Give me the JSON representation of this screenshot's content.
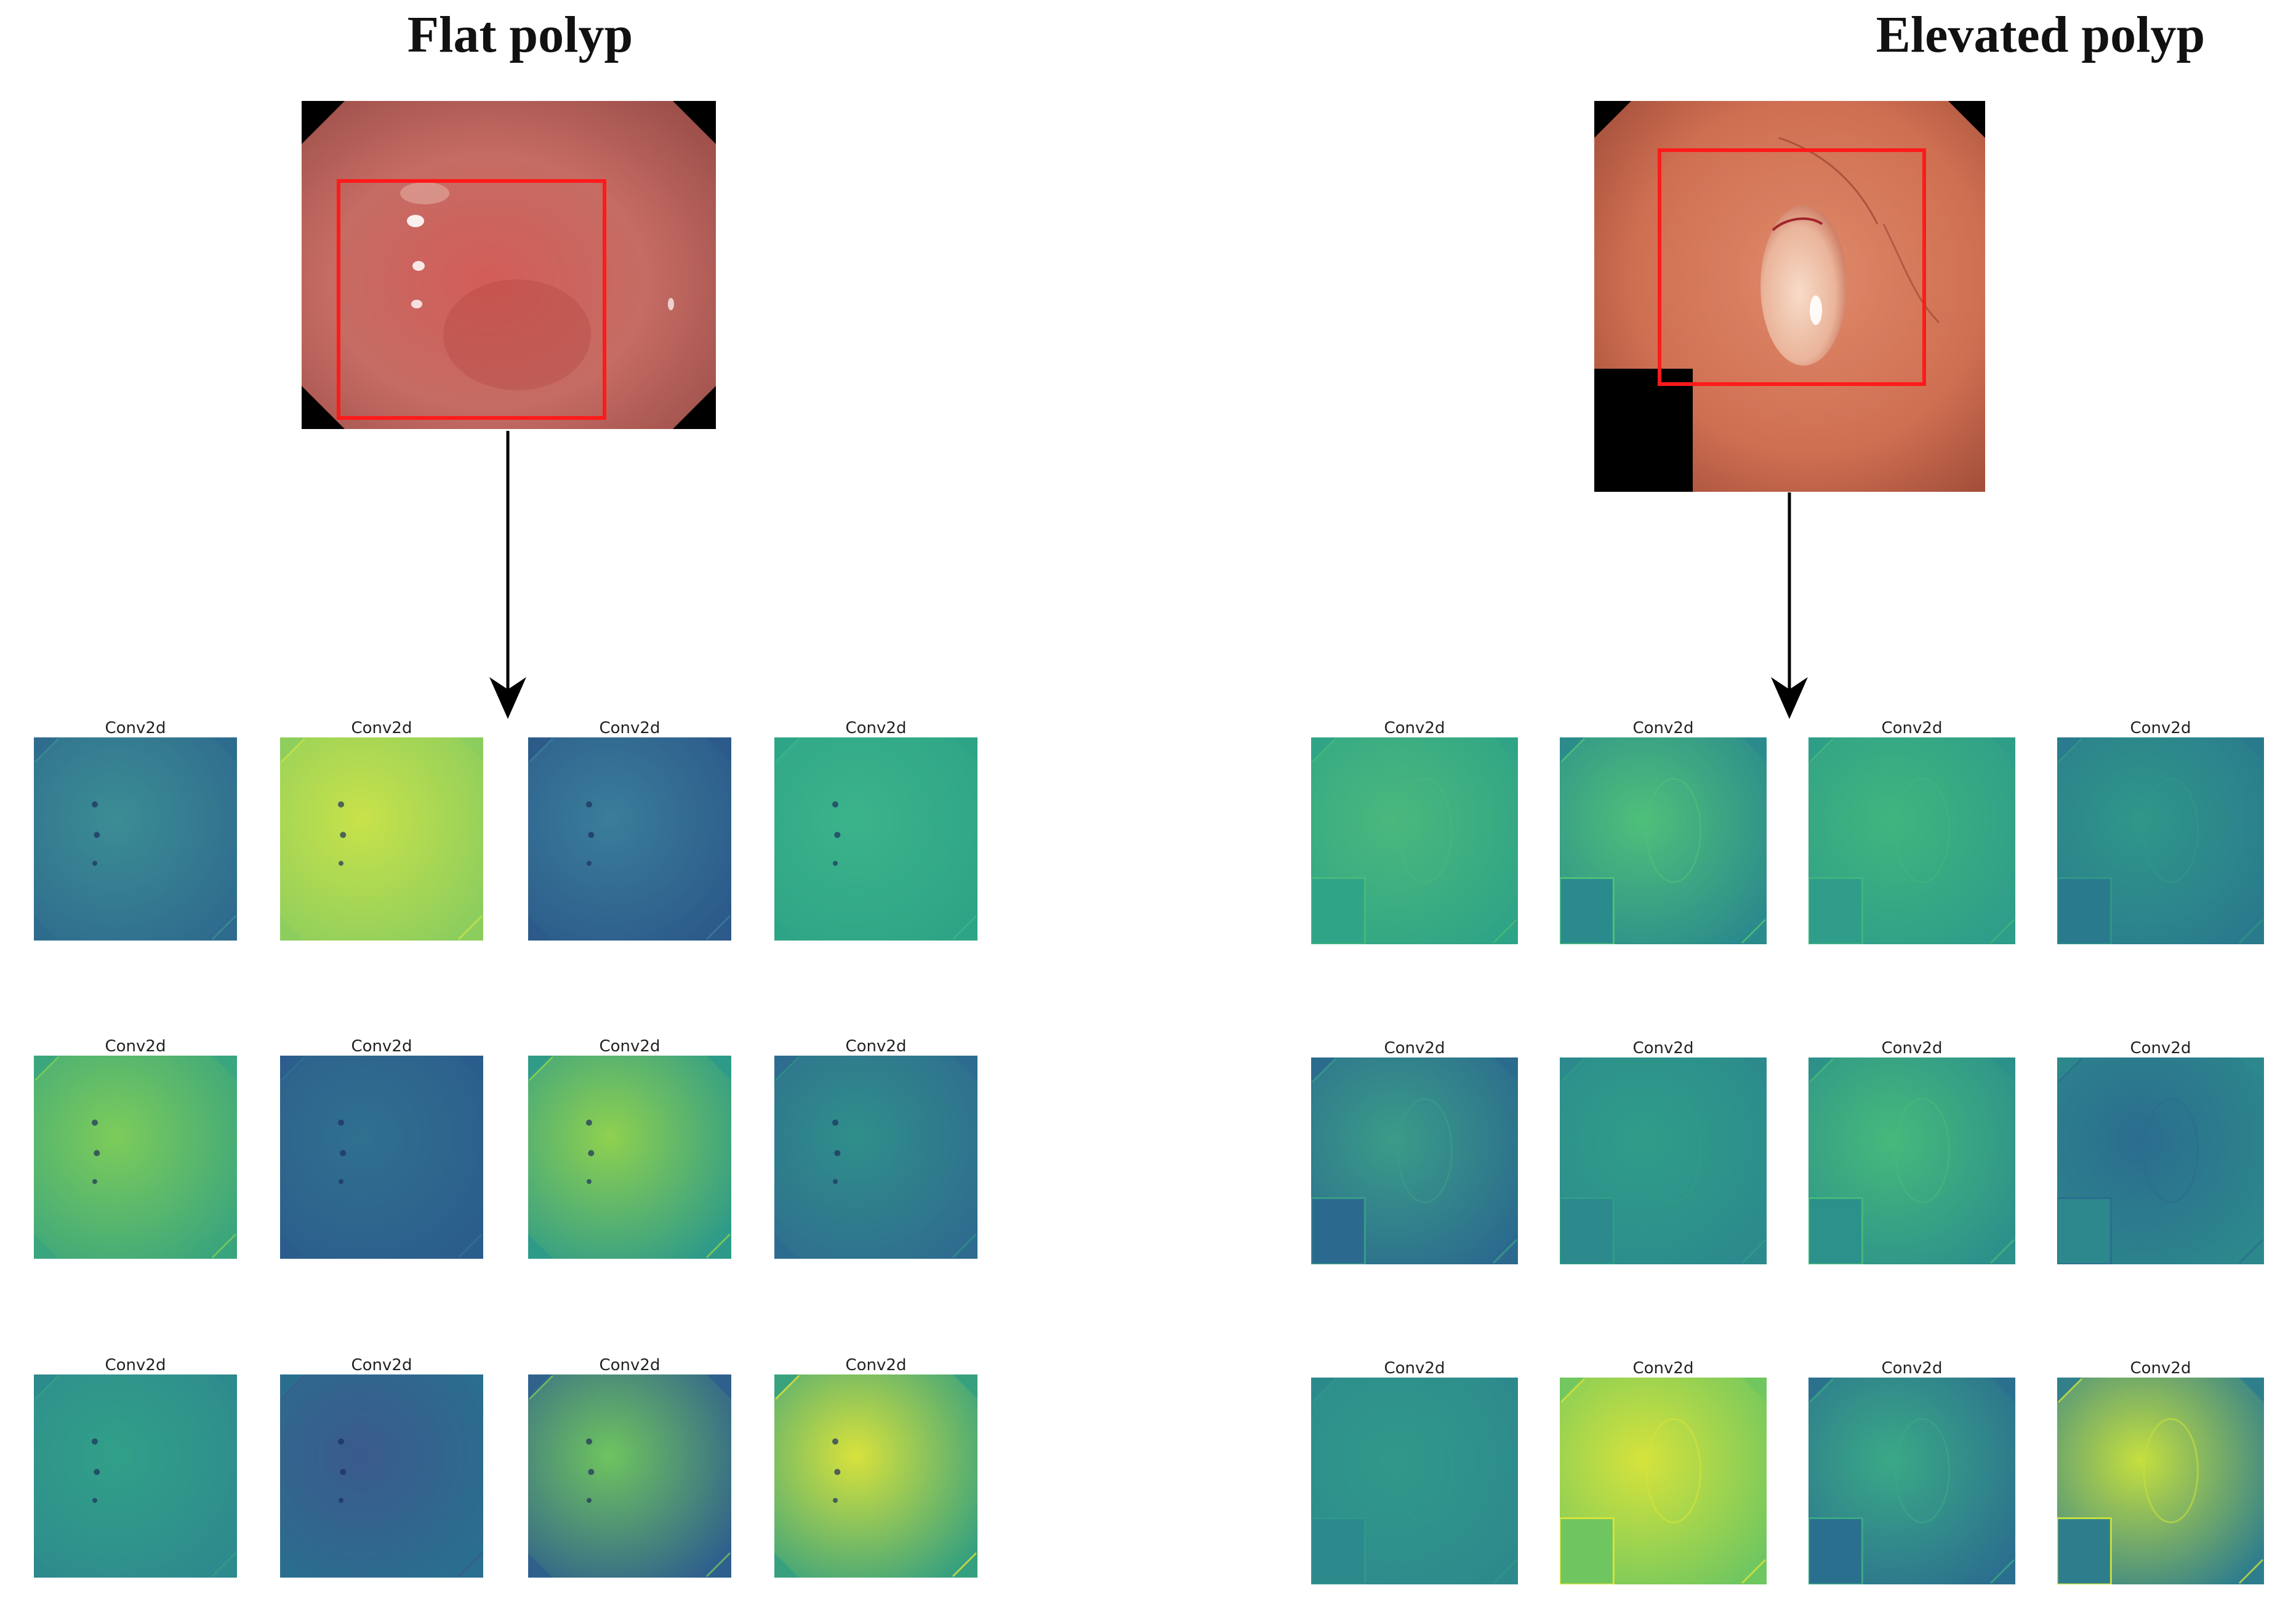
{
  "panels": [
    {
      "title": "Flat polyp",
      "image": {
        "alt": "colonoscopy-image",
        "colors": {
          "base": "#c96a63",
          "light": "#e29a8e",
          "dark": "#8e3d3a",
          "box": "#ff1a1a"
        }
      },
      "feature_maps": [
        {
          "label": "Conv2d",
          "base": "#2f6b8e",
          "accent": "#3b8d94"
        },
        {
          "label": "Conv2d",
          "base": "#8ccd5e",
          "accent": "#c8e24a"
        },
        {
          "label": "Conv2d",
          "base": "#2c5a8a",
          "accent": "#3a7d9a"
        },
        {
          "label": "Conv2d",
          "base": "#2ea486",
          "accent": "#3bb38a"
        },
        {
          "label": "Conv2d",
          "base": "#3aa57d",
          "accent": "#7dcc5a"
        },
        {
          "label": "Conv2d",
          "base": "#2b5d8c",
          "accent": "#30708f"
        },
        {
          "label": "Conv2d",
          "base": "#2d9a89",
          "accent": "#8fd14f"
        },
        {
          "label": "Conv2d",
          "base": "#2f6c8f",
          "accent": "#2f8f8a"
        },
        {
          "label": "Conv2d",
          "base": "#2e8a8d",
          "accent": "#31a088"
        },
        {
          "label": "Conv2d",
          "base": "#2a6f8e",
          "accent": "#3a5a8d"
        },
        {
          "label": "Conv2d",
          "base": "#2f5f8d",
          "accent": "#6fc45f"
        },
        {
          "label": "Conv2d",
          "base": "#35a07f",
          "accent": "#d8e23c"
        }
      ]
    },
    {
      "title": "Elevated polyp",
      "image": {
        "alt": "colonoscopy-image",
        "colors": {
          "base": "#d07a5a",
          "light": "#f1c4a8",
          "dark": "#9a3f30",
          "box": "#ff1a1a"
        }
      },
      "feature_maps": [
        {
          "label": "Conv2d",
          "base": "#2fa486",
          "accent": "#4ab87d"
        },
        {
          "label": "Conv2d",
          "base": "#2b8a8c",
          "accent": "#4fc07a"
        },
        {
          "label": "Conv2d",
          "base": "#2f9d89",
          "accent": "#40b57e"
        },
        {
          "label": "Conv2d",
          "base": "#2a7a8d",
          "accent": "#2f9789"
        },
        {
          "label": "Conv2d",
          "base": "#2b6a8e",
          "accent": "#3a9c88"
        },
        {
          "label": "Conv2d",
          "base": "#2c8a8c",
          "accent": "#2f9d89"
        },
        {
          "label": "Conv2d",
          "base": "#2c908b",
          "accent": "#46b97b"
        },
        {
          "label": "Conv2d",
          "base": "#2c888c",
          "accent": "#2b6d8e"
        },
        {
          "label": "Conv2d",
          "base": "#2d8a8c",
          "accent": "#30988a"
        },
        {
          "label": "Conv2d",
          "base": "#6fc660",
          "accent": "#d6e33c"
        },
        {
          "label": "Conv2d",
          "base": "#2b6f8e",
          "accent": "#3aa986"
        },
        {
          "label": "Conv2d",
          "base": "#2e7d8d",
          "accent": "#c5df3f"
        }
      ]
    }
  ]
}
